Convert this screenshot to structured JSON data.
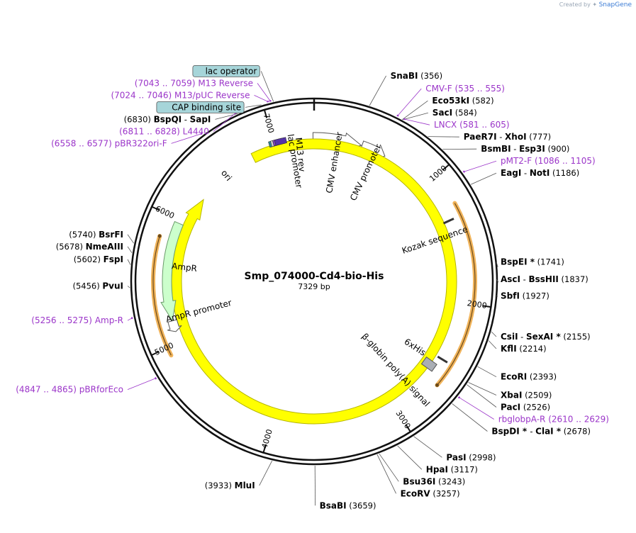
{
  "credit": {
    "prefix": "Created by",
    "brand": "SnapGene"
  },
  "plasmid": {
    "name": "Smp_074000-Cd4-bio-His",
    "size_label": "7329 bp",
    "length": 7329
  },
  "colors": {
    "primer": "#9b35c9",
    "backbone": "#111111",
    "ori": "#ffff00",
    "ampr": "#ccffcc",
    "orange": "#f0b35a",
    "boxed_label": "#a6d5d9"
  },
  "ticks": [
    {
      "bp": 1000,
      "label": "1000"
    },
    {
      "bp": 2000,
      "label": "2000"
    },
    {
      "bp": 3000,
      "label": "3000"
    },
    {
      "bp": 4000,
      "label": "4000"
    },
    {
      "bp": 5000,
      "label": "5000"
    },
    {
      "bp": 6000,
      "label": "6000"
    },
    {
      "bp": 7000,
      "label": "7000"
    }
  ],
  "enzymes": [
    {
      "bp": 356,
      "parts": [
        {
          "t": "SnaBI",
          "c": "enz"
        }
      ],
      "pos": "(356)",
      "side": "R"
    },
    {
      "bp": 582,
      "parts": [
        {
          "t": "Eco53kI",
          "c": "enz"
        }
      ],
      "pos": "(582)",
      "side": "R"
    },
    {
      "bp": 584,
      "parts": [
        {
          "t": "SacI",
          "c": "enz"
        }
      ],
      "pos": "(584)",
      "side": "R"
    },
    {
      "bp": 777,
      "parts": [
        {
          "t": "PaeR7I",
          "c": "enz"
        },
        {
          "t": " - ",
          "c": "pos"
        },
        {
          "t": "XhoI",
          "c": "enz"
        }
      ],
      "pos": "(777)",
      "side": "R"
    },
    {
      "bp": 900,
      "parts": [
        {
          "t": "BsmBI",
          "c": "enz"
        },
        {
          "t": " - ",
          "c": "pos"
        },
        {
          "t": "Esp3I",
          "c": "enz"
        }
      ],
      "pos": "(900)",
      "side": "R"
    },
    {
      "bp": 1186,
      "parts": [
        {
          "t": "EagI",
          "c": "enz"
        },
        {
          "t": " - ",
          "c": "pos"
        },
        {
          "t": "NotI",
          "c": "enz"
        }
      ],
      "pos": "(1186)",
      "side": "R"
    },
    {
      "bp": 1741,
      "parts": [
        {
          "t": "BspEI",
          "c": "enz"
        },
        {
          "t": " *",
          "c": "enz"
        }
      ],
      "pos": "(1741)",
      "side": "R"
    },
    {
      "bp": 1837,
      "parts": [
        {
          "t": "AscI",
          "c": "enz"
        },
        {
          "t": " - ",
          "c": "pos"
        },
        {
          "t": "BssHII",
          "c": "enz"
        }
      ],
      "pos": "(1837)",
      "side": "R"
    },
    {
      "bp": 1927,
      "parts": [
        {
          "t": "SbfI",
          "c": "enz"
        }
      ],
      "pos": "(1927)",
      "side": "R"
    },
    {
      "bp": 2155,
      "parts": [
        {
          "t": "CsiI",
          "c": "enz"
        },
        {
          "t": " - ",
          "c": "pos"
        },
        {
          "t": "SexAI *",
          "c": "enz"
        }
      ],
      "pos": "(2155)",
      "side": "R"
    },
    {
      "bp": 2214,
      "parts": [
        {
          "t": "KflI",
          "c": "enz"
        }
      ],
      "pos": "(2214)",
      "side": "R"
    },
    {
      "bp": 2393,
      "parts": [
        {
          "t": "EcoRI",
          "c": "enz"
        }
      ],
      "pos": "(2393)",
      "side": "R"
    },
    {
      "bp": 2509,
      "parts": [
        {
          "t": "XbaI",
          "c": "enz"
        }
      ],
      "pos": "(2509)",
      "side": "R"
    },
    {
      "bp": 2526,
      "parts": [
        {
          "t": "PacI",
          "c": "enz"
        }
      ],
      "pos": "(2526)",
      "side": "R"
    },
    {
      "bp": 2678,
      "parts": [
        {
          "t": "BspDI",
          "c": "enz"
        },
        {
          "t": " * ",
          "c": "enz"
        },
        {
          "t": " - ",
          "c": "pos"
        },
        {
          "t": "ClaI *",
          "c": "enz"
        }
      ],
      "pos": "(2678)",
      "side": "R"
    },
    {
      "bp": 2998,
      "parts": [
        {
          "t": "PasI",
          "c": "enz"
        }
      ],
      "pos": "(2998)",
      "side": "R"
    },
    {
      "bp": 3117,
      "parts": [
        {
          "t": "HpaI",
          "c": "enz"
        }
      ],
      "pos": "(3117)",
      "side": "R"
    },
    {
      "bp": 3243,
      "parts": [
        {
          "t": "Bsu36I",
          "c": "enz"
        }
      ],
      "pos": "(3243)",
      "side": "R"
    },
    {
      "bp": 3257,
      "parts": [
        {
          "t": "EcoRV",
          "c": "enz"
        }
      ],
      "pos": "(3257)",
      "side": "R"
    },
    {
      "bp": 3659,
      "parts": [
        {
          "t": "BsaBI",
          "c": "enz"
        }
      ],
      "pos": "(3659)",
      "side": "R"
    },
    {
      "bp": 3933,
      "parts": [
        {
          "t": "MluI",
          "c": "enz"
        }
      ],
      "pos": "(3933)",
      "side": "L"
    },
    {
      "bp": 5456,
      "parts": [
        {
          "t": "PvuI",
          "c": "enz"
        }
      ],
      "pos": "(5456)",
      "side": "L"
    },
    {
      "bp": 5602,
      "parts": [
        {
          "t": "FspI",
          "c": "enz"
        }
      ],
      "pos": "(5602)",
      "side": "L"
    },
    {
      "bp": 5678,
      "parts": [
        {
          "t": "NmeAIII",
          "c": "enz"
        }
      ],
      "pos": "(5678)",
      "side": "L"
    },
    {
      "bp": 5740,
      "parts": [
        {
          "t": "BsrFI",
          "c": "enz"
        }
      ],
      "pos": "(5740)",
      "side": "L"
    },
    {
      "bp": 6830,
      "parts": [
        {
          "t": "BspQI",
          "c": "enz"
        },
        {
          "t": " - ",
          "c": "pos"
        },
        {
          "t": "SapI",
          "c": "enz"
        }
      ],
      "pos": "(6830)",
      "side": "L"
    }
  ],
  "primers": [
    {
      "bp": 545,
      "name": "CMV-F",
      "range": "(535 .. 555)",
      "side": "R"
    },
    {
      "bp": 593,
      "name": "LNCX",
      "range": "(581 .. 605)",
      "side": "R"
    },
    {
      "bp": 1095,
      "name": "pMT2-F",
      "range": "(1086 .. 1105)",
      "side": "R"
    },
    {
      "bp": 2620,
      "name": "rbglobpA-R",
      "range": "(2610 .. 2629)",
      "side": "R"
    },
    {
      "bp": 7051,
      "name": "M13 Reverse",
      "range": "(7043 .. 7059)",
      "side": "L"
    },
    {
      "bp": 7035,
      "name": "M13/pUC Reverse",
      "range": "(7024 .. 7046)",
      "side": "L"
    },
    {
      "bp": 6820,
      "name": "L4440",
      "range": "(6811 .. 6828)",
      "side": "L"
    },
    {
      "bp": 6568,
      "name": "pBR322ori-F",
      "range": "(6558 .. 6577)",
      "side": "L"
    },
    {
      "bp": 5265,
      "name": "Amp-R",
      "range": "(5256 .. 5275)",
      "side": "L"
    },
    {
      "bp": 4856,
      "name": "pBRforEco",
      "range": "(4847 .. 4865)",
      "side": "L"
    }
  ],
  "boxed_labels": [
    {
      "bp": 7070,
      "text": "lac operator"
    },
    {
      "bp": 6990,
      "text": "CAP binding site"
    }
  ],
  "features": [
    {
      "name": "CMV enhancer",
      "start": 7320,
      "end": 390,
      "dir": "cw",
      "fill": "#ffffff"
    },
    {
      "name": "CMV promoter",
      "start": 395,
      "end": 600,
      "dir": "cw",
      "fill": "#ffffff"
    },
    {
      "name": "ori",
      "start": 6795,
      "end": 6240,
      "dir": "cw",
      "fill": "#ffff00"
    },
    {
      "name": "AmpR",
      "start": 5970,
      "end": 5180,
      "dir": "ccw",
      "fill": "#ccffcc"
    },
    {
      "name": "AmpR promoter",
      "start": 5180,
      "end": 5090,
      "dir": "ccw",
      "fill": "#ffffff"
    },
    {
      "name": "lac promoter",
      "start": 7000,
      "end": 7030,
      "dir": "cw",
      "fill": "#ffffff"
    },
    {
      "name": "M13 rev",
      "start": 7043,
      "end": 7059,
      "dir": "cw",
      "fill": "#8844ff"
    }
  ],
  "feature_labels": [
    {
      "text": "CMV enhancer",
      "bp": 200
    },
    {
      "text": "CMV promoter",
      "bp": 520
    },
    {
      "text": "Kozak sequence",
      "bp": 1450
    },
    {
      "text": "6xHis",
      "bp": 2510
    },
    {
      "text": "β-globin poly(A) signal",
      "bp": 2800
    },
    {
      "text": "AmpR",
      "bp": 5620
    },
    {
      "text": "AmpR promoter",
      "bp": 5200
    },
    {
      "text": "ori",
      "bp": 6520
    },
    {
      "text": "lac promoter",
      "bp": 7140
    },
    {
      "text": "M13 rev",
      "bp": 7200
    }
  ],
  "orange_arcs": [
    {
      "start": 1240,
      "end": 2650
    },
    {
      "start": 4940,
      "end": 5830
    }
  ]
}
